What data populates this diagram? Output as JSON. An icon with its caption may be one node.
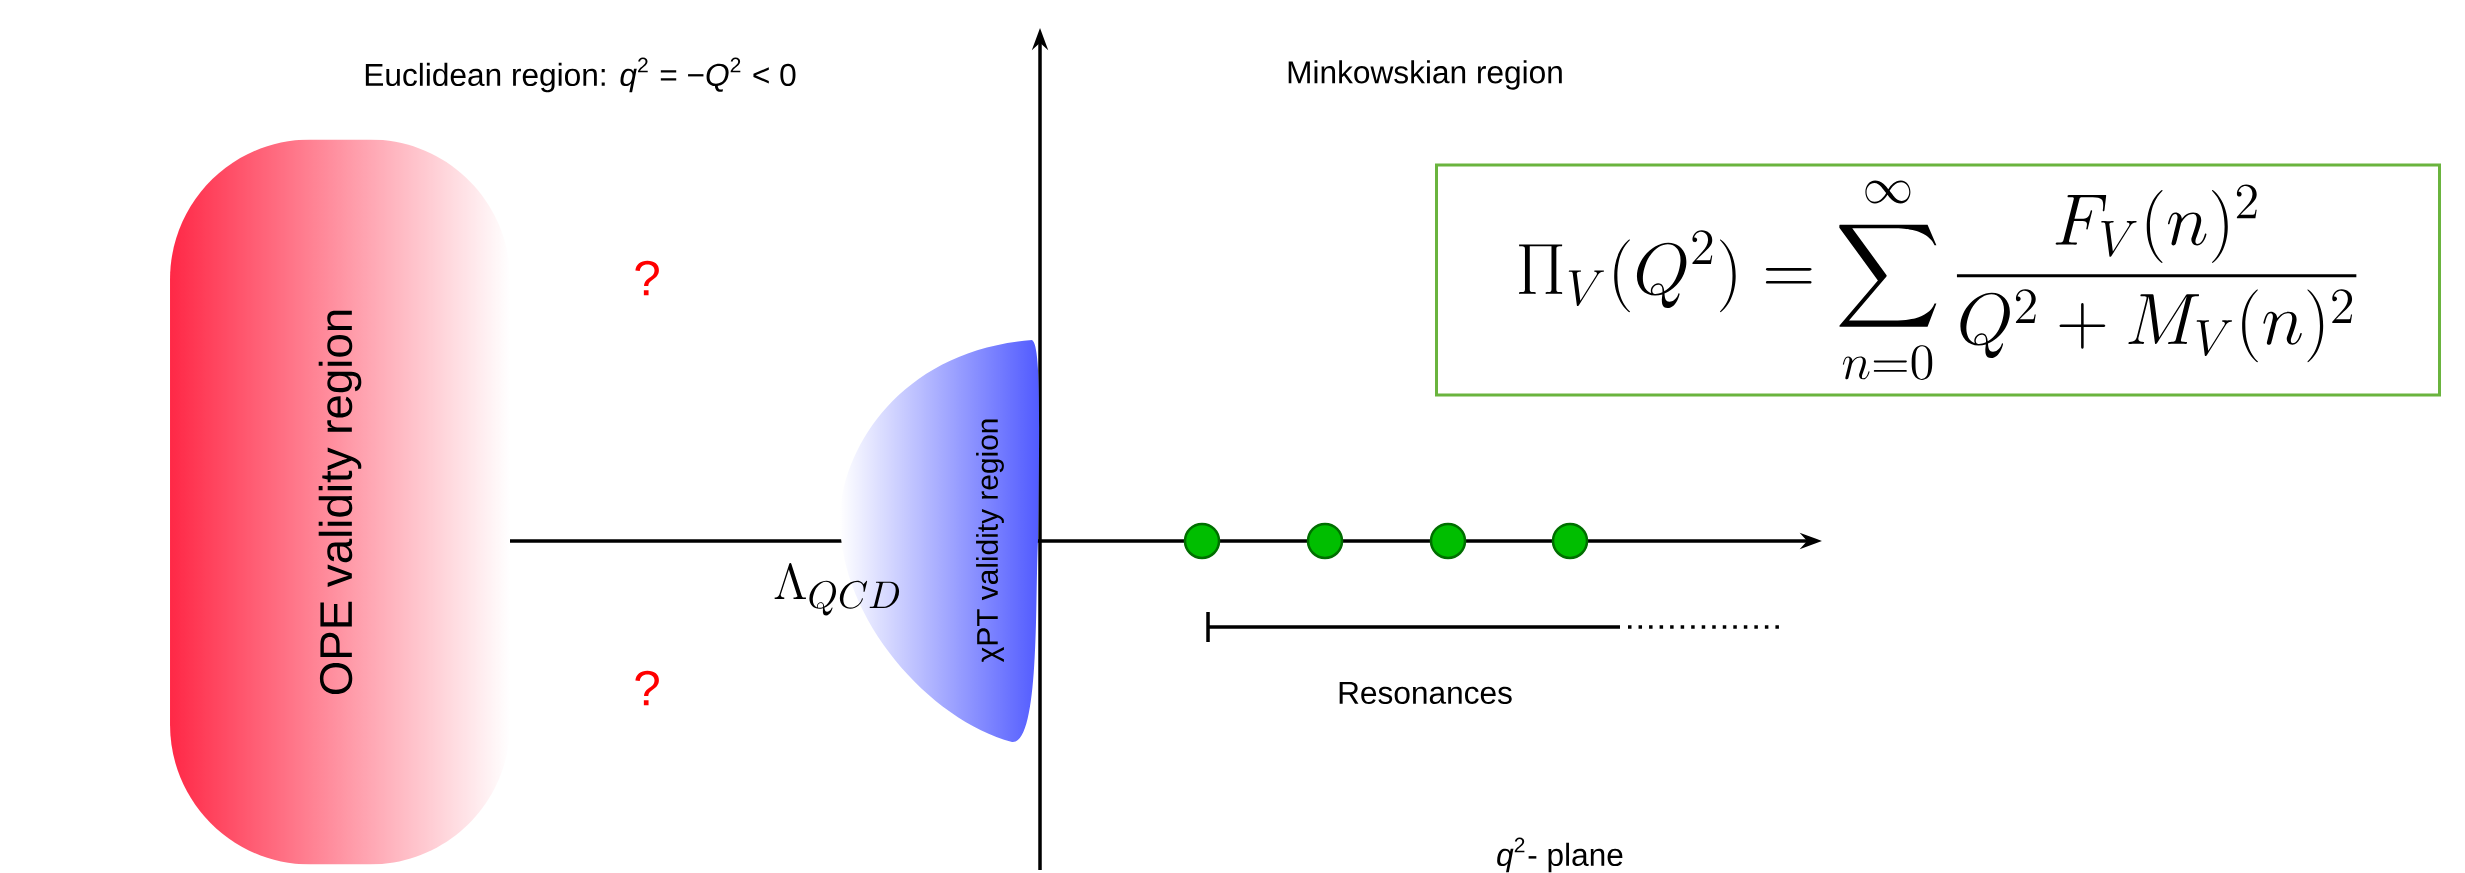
{
  "diagram": {
    "nodes": [
      {
        "text": [
          "OPE validity region"
        ]
      },
      {
        "text": [
          "χPT validity region"
        ]
      },
      {
        "text": [
          "\\Pi_V(Q^2) = \\sum_{n=0}^{\\infty} \\frac{F_V(n)^2}{Q^2 + M_V(n)^2}"
        ]
      },
      {
        "text": [],
        "shape": "circle"
      },
      {
        "text": [],
        "shape": "circle"
      },
      {
        "text": [],
        "shape": "circle"
      },
      {
        "text": [],
        "shape": "circle"
      }
    ],
    "labels": [
      "Euclidean region: *q*$^{2}$ = −*Q*$^{2}$ < 0",
      "Minkowskian region",
      "?",
      "?",
      "\\Lambda_{QCD}",
      "Resonances",
      "*q*$^{2}$- plane"
    ]
  }
}
